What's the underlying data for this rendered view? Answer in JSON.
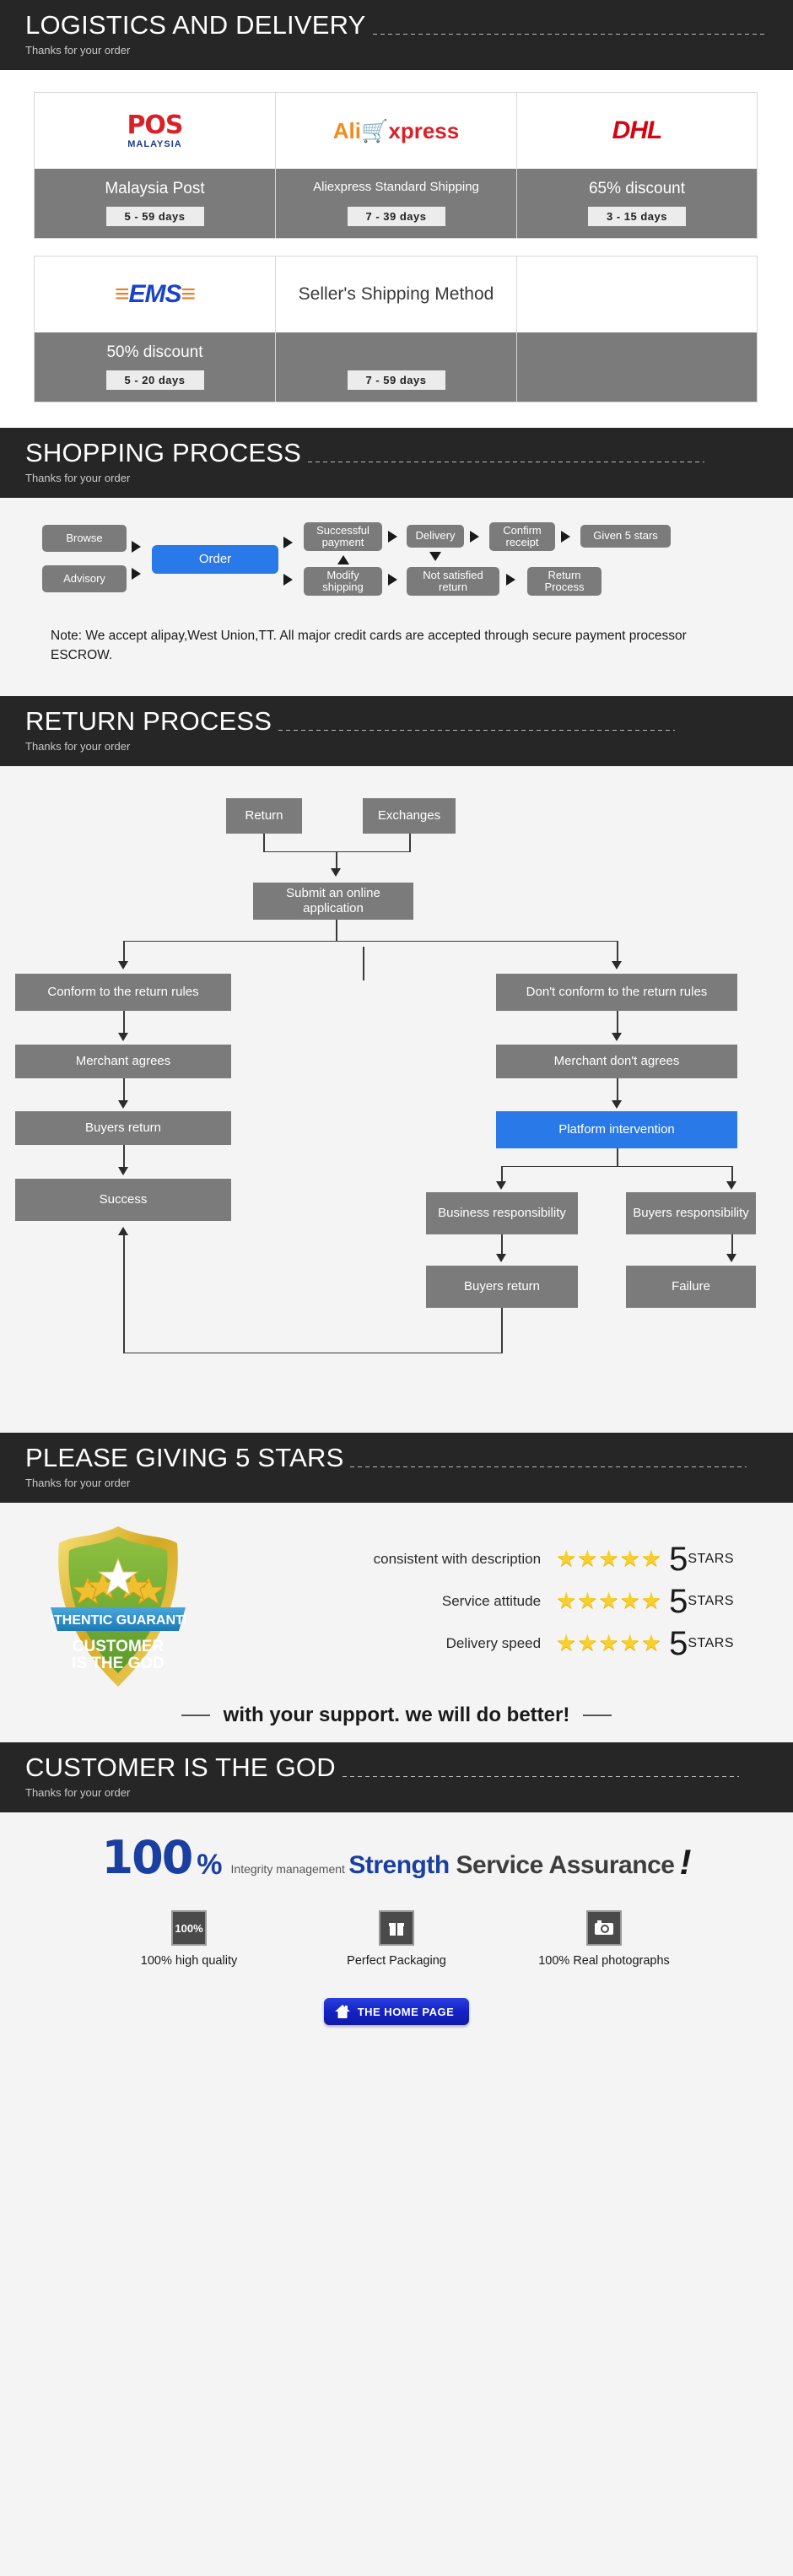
{
  "sections": {
    "logistics": {
      "title": "LOGISTICS AND DELIVERY",
      "subtitle": "Thanks for your order"
    },
    "shopping": {
      "title": "SHOPPING PROCESS",
      "subtitle": "Thanks for your order"
    },
    "returns": {
      "title": "RETURN PROCESS",
      "subtitle": "Thanks for your order"
    },
    "stars": {
      "title": "PLEASE GIVING 5 STARS",
      "subtitle": "Thanks for your order"
    },
    "god": {
      "title": "CUSTOMER IS THE GOD",
      "subtitle": "Thanks for your order"
    }
  },
  "shipping_methods": [
    {
      "logo": "pos-malaysia-logo",
      "logo_text": "POS",
      "logo_sub": "MALAYSIA",
      "name": "Malaysia Post",
      "days": "5 - 59  days"
    },
    {
      "logo": "aliexpress-logo",
      "logo_text": "AliExpress",
      "name": "Aliexpress Standard Shipping",
      "days": "7 - 39  days"
    },
    {
      "logo": "dhl-logo",
      "logo_text": "DHL",
      "name": "65% discount",
      "days": "3 - 15  days"
    },
    {
      "logo": "ems-logo",
      "logo_text": "EMS",
      "name": "50% discount",
      "days": "5 - 20  days"
    },
    {
      "logo": "sellers-shipping-logo",
      "logo_text": "Seller's Shipping Method",
      "name": "",
      "days": "7 - 59  days"
    },
    {
      "logo": "",
      "logo_text": "",
      "name": "",
      "days": ""
    }
  ],
  "shopping_flow": {
    "nodes": {
      "browse": "Browse",
      "advisory": "Advisory",
      "order": "Order",
      "successful_payment": "Successful payment",
      "modify_shipping": "Modify shipping",
      "delivery": "Delivery",
      "not_satisfied_return": "Not satisfied return",
      "confirm_receipt": "Confirm receipt",
      "given_5_stars": "Given 5 stars",
      "return_process": "Return Process"
    },
    "note": "Note: We accept alipay,West Union,TT. All major credit cards are accepted through secure payment processor ESCROW."
  },
  "return_flow": {
    "return": "Return",
    "exchanges": "Exchanges",
    "submit": "Submit an online application",
    "conform": "Conform to the return rules",
    "not_conform": "Don't conform to the return rules",
    "merchant_agrees": "Merchant agrees",
    "merchant_dont_agrees": "Merchant don't agrees",
    "buyers_return_left": "Buyers return",
    "platform_intervention": "Platform intervention",
    "success": "Success",
    "business_responsibility": "Business responsibility",
    "buyers_responsibility": "Buyers responsibility",
    "buyers_return_right": "Buyers return",
    "failure": "Failure"
  },
  "shield": {
    "banner": "AUTHENTIC GUARANTEE",
    "line1": "CUSTOMER",
    "line2": "IS THE GOD"
  },
  "ratings": [
    {
      "label": "consistent with description",
      "stars": "★★★★★",
      "value": "5",
      "unit": "STARS"
    },
    {
      "label": "Service attitude",
      "stars": "★★★★★",
      "value": "5",
      "unit": "STARS"
    },
    {
      "label": "Delivery speed",
      "stars": "★★★★★",
      "value": "5",
      "unit": "STARS"
    }
  ],
  "slogan": "with your support. we will do better!",
  "assurance": {
    "number": "100",
    "percent": "%",
    "small": "Integrity management",
    "big_blue": "Strength",
    "big_dark": "Service Assurance",
    "exclaim": "!"
  },
  "features": [
    {
      "icon": "percent-100-icon",
      "icon_text": "100%",
      "label": "100% high quality"
    },
    {
      "icon": "gift-box-icon",
      "icon_text": "",
      "label": "Perfect Packaging"
    },
    {
      "icon": "camera-icon",
      "icon_text": "",
      "label": "100% Real photographs"
    }
  ],
  "home_button": {
    "label": "THE HOME PAGE",
    "icon": "home-icon"
  },
  "colors": {
    "header_bg": "#262626",
    "node_gray": "#7b7b7b",
    "accent_blue": "#2979e8",
    "page_bg": "#f4f4f4"
  }
}
